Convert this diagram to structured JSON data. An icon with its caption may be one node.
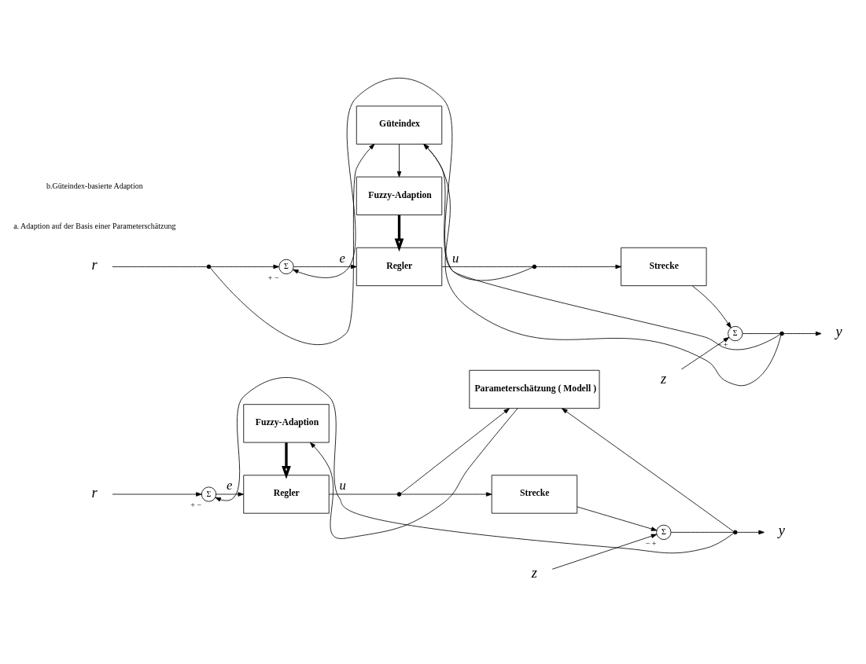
{
  "diagram": {
    "nodes": [
      {
        "text": [
          "r"
        ]
      },
      {
        "text": [
          "Σ"
        ],
        "beside": [
          "+",
          "−"
        ]
      },
      {
        "text": [
          "Fuzzy-Adaption"
        ]
      },
      {
        "text": [
          "Parameterschätzung ( Modell )"
        ]
      },
      {
        "text": [
          "Regler"
        ]
      },
      {
        "text": [
          "Strecke"
        ]
      },
      {
        "text": [
          "Σ"
        ],
        "beside": [
          "−",
          "+"
        ]
      },
      {
        "text": [
          "z"
        ]
      },
      {
        "text": [
          "y"
        ]
      },
      {
        "text": [],
        "shape": "dot"
      },
      {
        "text": [],
        "shape": "dot"
      },
      {
        "text": [
          "r"
        ]
      },
      {
        "text": [],
        "shape": "dot"
      },
      {
        "text": [
          "Σ"
        ],
        "beside": [
          "+",
          "−"
        ]
      },
      {
        "text": [
          "Güteindex"
        ]
      },
      {
        "text": [
          "Fuzzy-Adaption"
        ]
      },
      {
        "text": [
          "Regler"
        ]
      },
      {
        "text": [
          "Strecke"
        ]
      },
      {
        "text": [
          "Σ"
        ],
        "beside": [
          "−",
          "+"
        ]
      },
      {
        "text": [
          "z"
        ]
      },
      {
        "text": [
          "y"
        ]
      },
      {
        "text": [],
        "shape": "dot"
      },
      {
        "text": [],
        "shape": "dot"
      }
    ],
    "edges": [
      {
        "from": 0,
        "to": 1,
        "arrow": "to"
      },
      {
        "from": 1,
        "to": 4,
        "arrow": "to",
        "label": "e"
      },
      {
        "from": 2,
        "to": 4,
        "arrow": "to",
        "style": "thick"
      },
      {
        "from": 4,
        "to": 9,
        "arrow": "none",
        "label": "u"
      },
      {
        "from": 9,
        "to": 5,
        "arrow": "to"
      },
      {
        "from": 9,
        "to": 3,
        "arrow": "to"
      },
      {
        "from": 5,
        "to": 6,
        "arrow": "to"
      },
      {
        "from": 7,
        "to": 6,
        "arrow": "to"
      },
      {
        "from": 6,
        "to": 10,
        "arrow": "none"
      },
      {
        "from": 10,
        "to": 8,
        "arrow": "to"
      },
      {
        "from": 10,
        "to": 3,
        "arrow": "to"
      },
      {
        "from": 10,
        "to": 1,
        "arrow": "to"
      },
      {
        "from": 3,
        "to": 2,
        "arrow": "to"
      },
      {
        "from": 11,
        "to": 12,
        "arrow": "none"
      },
      {
        "from": 12,
        "to": 13,
        "arrow": "to"
      },
      {
        "from": 12,
        "to": 14,
        "arrow": "to"
      },
      {
        "from": 14,
        "to": 15,
        "arrow": "to"
      },
      {
        "from": 15,
        "to": 16,
        "arrow": "to",
        "style": "thick"
      },
      {
        "from": 13,
        "to": 16,
        "arrow": "to",
        "label": "e"
      },
      {
        "from": 16,
        "to": 21,
        "arrow": "none",
        "label": "u"
      },
      {
        "from": 21,
        "to": 17,
        "arrow": "to"
      },
      {
        "from": 21,
        "to": 14,
        "arrow": "to"
      },
      {
        "from": 17,
        "to": 18,
        "arrow": "to"
      },
      {
        "from": 19,
        "to": 18,
        "arrow": "to"
      },
      {
        "from": 18,
        "to": 22,
        "arrow": "none"
      },
      {
        "from": 22,
        "to": 20,
        "arrow": "to"
      },
      {
        "from": 22,
        "to": 14,
        "arrow": "to"
      },
      {
        "from": 22,
        "to": 13,
        "arrow": "to"
      }
    ],
    "labels": [
      "a. Adaption auf der Basis einer Parameterschätzung",
      "b.Güteindex-basierte Adaption"
    ]
  }
}
